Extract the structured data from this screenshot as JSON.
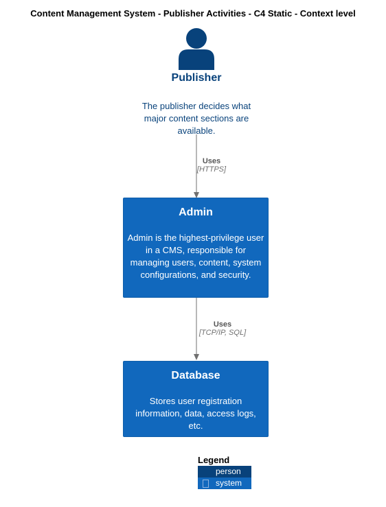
{
  "title": "Content Management System - Publisher Activities - C4 Static - Context level",
  "colors": {
    "person": "#08427b",
    "system": "#1168bd",
    "edge": "#707070"
  },
  "person": {
    "icon": "person-icon",
    "name": "Publisher",
    "description": "The publisher decides what major content sections are available."
  },
  "systems": [
    {
      "name": "Admin",
      "description": "Admin is the highest-privilege user in a CMS, responsible for managing users, content, system configurations, and security."
    },
    {
      "name": "Database",
      "description": "Stores user registration information, data, access logs, etc."
    }
  ],
  "relations": [
    {
      "label": "Uses",
      "technology": "[HTTPS]"
    },
    {
      "label": "Uses",
      "technology": "[TCP/IP, SQL]"
    }
  ],
  "legend": {
    "title": "Legend",
    "items": [
      "person",
      "system"
    ]
  }
}
